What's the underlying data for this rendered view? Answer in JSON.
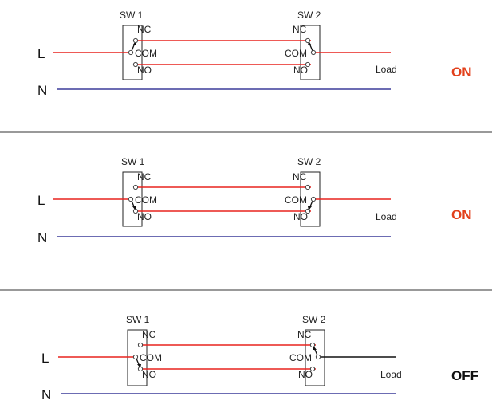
{
  "colors": {
    "live_wire": "#e8231f",
    "neutral_wire": "#3b3b9a",
    "off_wire": "#111111",
    "status_on": "#e2401b",
    "status_off": "#111111",
    "switch_outline": "#222222"
  },
  "panels": [
    {
      "sw1": {
        "label": "SW 1",
        "nc": "NC",
        "com": "COM",
        "no": "NO",
        "lever": "up"
      },
      "sw2": {
        "label": "SW 2",
        "nc": "NC",
        "com": "COM",
        "no": "NO",
        "lever": "up"
      },
      "line_label": "L",
      "neutral_label": "N",
      "load_label": "Load",
      "status": "ON",
      "load_energized": true
    },
    {
      "sw1": {
        "label": "SW 1",
        "nc": "NC",
        "com": "COM",
        "no": "NO",
        "lever": "down"
      },
      "sw2": {
        "label": "SW 2",
        "nc": "NC",
        "com": "COM",
        "no": "NO",
        "lever": "down"
      },
      "line_label": "L",
      "neutral_label": "N",
      "load_label": "Load",
      "status": "ON",
      "load_energized": true
    },
    {
      "sw1": {
        "label": "SW 1",
        "nc": "NC",
        "com": "COM",
        "no": "NO",
        "lever": "down"
      },
      "sw2": {
        "label": "SW 2",
        "nc": "NC",
        "com": "COM",
        "no": "NO",
        "lever": "up"
      },
      "line_label": "L",
      "neutral_label": "N",
      "load_label": "Load",
      "status": "OFF",
      "load_energized": false
    }
  ]
}
